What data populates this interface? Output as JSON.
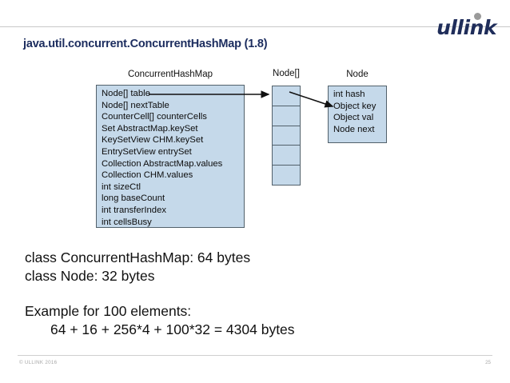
{
  "header": {
    "logo_text": "ullink",
    "title": "java.util.concurrent.ConcurrentHashMap (1.8)",
    "title_color": "#1b2c5e",
    "logo_color": "#1f2d5a"
  },
  "diagram": {
    "chm": {
      "label": "ConcurrentHashMap",
      "fields": [
        "Node[] table",
        "Node[] nextTable",
        "CounterCell[] counterCells",
        "Set AbstractMap.keySet",
        "KeySetView CHM.keySet",
        "EntrySetView entrySet",
        "Collection AbstractMap.values",
        "Collection CHM.values",
        "int sizeCtl",
        "long baseCount",
        "int transferIndex",
        "int cellsBusy"
      ]
    },
    "array": {
      "label": "Node[]",
      "cell_count": 5
    },
    "node": {
      "label": "Node",
      "fields": [
        "int hash",
        "Object key",
        "Object val",
        "Node next"
      ]
    },
    "fill_color": "#c5d9ea",
    "border_color": "#52616b"
  },
  "body": {
    "lines": [
      "class ConcurrentHashMap: 64 bytes",
      "class Node: 32 bytes"
    ],
    "example_heading": "Example for 100 elements:",
    "example_formula": "64 + 16 + 256*4 + 100*32 = 4304 bytes"
  },
  "footer": {
    "copyright": "© ULLINK 2016",
    "page_number": "25"
  }
}
